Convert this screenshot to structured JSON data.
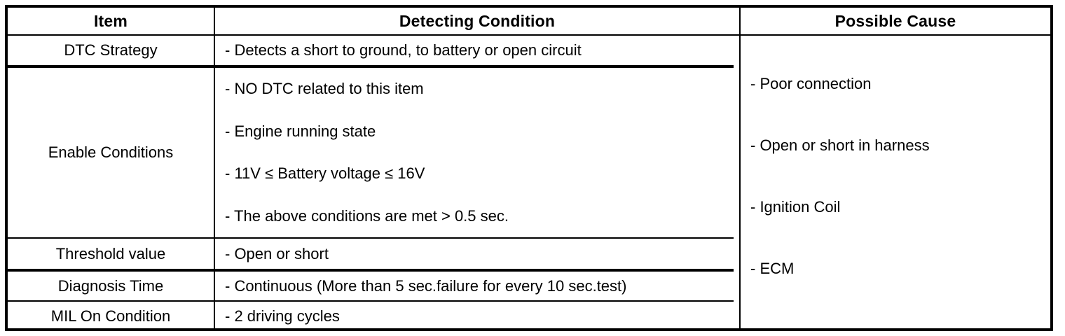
{
  "table": {
    "headers": {
      "item": "Item",
      "detecting_condition": "Detecting Condition",
      "possible_cause": "Possible Cause"
    },
    "rows": [
      {
        "item": "DTC Strategy",
        "detecting_condition": "-  Detects a short to ground, to battery or open circuit"
      },
      {
        "item": "Enable Conditions",
        "detecting_condition_lines": [
          "-  NO DTC related to this item",
          "-  Engine running state",
          "-  11V ≤ Battery voltage ≤ 16V",
          "-  The above conditions are met > 0.5 sec."
        ]
      },
      {
        "item": "Threshold value",
        "detecting_condition": "-  Open or short"
      },
      {
        "item": "Diagnosis Time",
        "detecting_condition": "-  Continuous (More than 5 sec.failure for every 10 sec.test)"
      },
      {
        "item": "MIL On Condition",
        "detecting_condition": "-  2 driving cycles"
      }
    ],
    "possible_cause_items": [
      "-  Poor connection",
      "-  Open or short in harness",
      "-  Ignition Coil",
      "-  ECM"
    ]
  },
  "colors": {
    "border": "#000000",
    "text": "#000000",
    "background": "#ffffff"
  }
}
